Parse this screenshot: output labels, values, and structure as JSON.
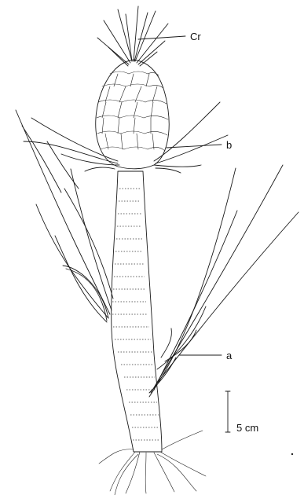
{
  "labels": {
    "crown": "Cr",
    "slip": "b",
    "sucker": "a"
  },
  "scale_bar": {
    "text": "5 cm"
  }
}
